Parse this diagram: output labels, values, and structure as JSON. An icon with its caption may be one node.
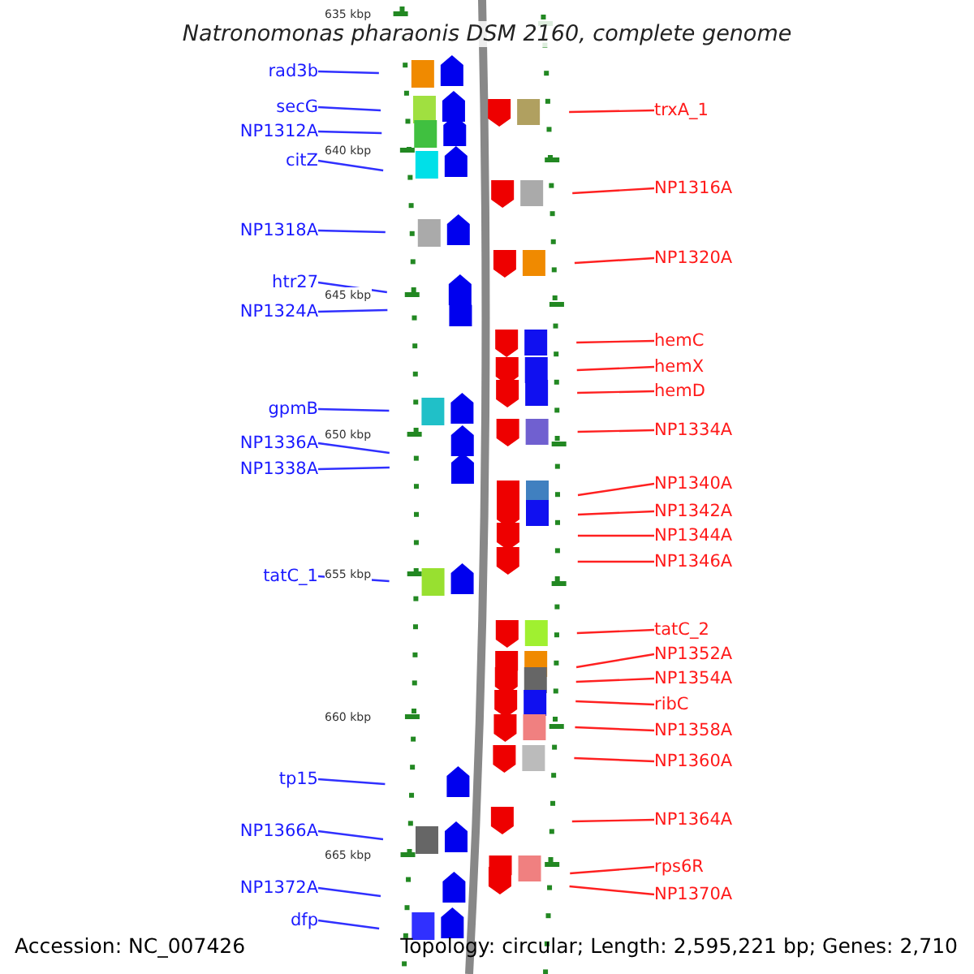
{
  "diagram": {
    "title": "Natronomonas pharaonis DSM 2160, complete genome",
    "nodes": [
      {
        "text": [
          "rad3b"
        ]
      },
      {
        "text": [
          "secG"
        ]
      },
      {
        "text": [
          "NP1312A"
        ]
      },
      {
        "text": [
          "citZ"
        ]
      },
      {
        "text": [
          "NP1318A"
        ]
      },
      {
        "text": [
          "htr27"
        ]
      },
      {
        "text": [
          "NP1324A"
        ]
      },
      {
        "text": [
          "gpmB"
        ]
      },
      {
        "text": [
          "NP1336A"
        ]
      },
      {
        "text": [
          "NP1338A"
        ]
      },
      {
        "text": [
          "tatC_1"
        ]
      },
      {
        "text": [
          "tp15"
        ]
      },
      {
        "text": [
          "NP1366A"
        ]
      },
      {
        "text": [
          "NP1372A"
        ]
      },
      {
        "text": [
          "dfp"
        ]
      },
      {
        "text": [
          "trxA_1"
        ]
      },
      {
        "text": [
          "NP1316A"
        ]
      },
      {
        "text": [
          "NP1320A"
        ]
      },
      {
        "text": [
          "hemC"
        ]
      },
      {
        "text": [
          "hemX"
        ]
      },
      {
        "text": [
          "hemD"
        ]
      },
      {
        "text": [
          "NP1334A"
        ]
      },
      {
        "text": [
          "NP1340A"
        ]
      },
      {
        "text": [
          "NP1342A"
        ]
      },
      {
        "text": [
          "NP1344A"
        ]
      },
      {
        "text": [
          "NP1346A"
        ]
      },
      {
        "text": [
          "tatC_2"
        ]
      },
      {
        "text": [
          "NP1352A"
        ]
      },
      {
        "text": [
          "NP1354A"
        ]
      },
      {
        "text": [
          "ribC"
        ]
      },
      {
        "text": [
          "NP1358A"
        ]
      },
      {
        "text": [
          "NP1360A"
        ]
      },
      {
        "text": [
          "NP1364A"
        ]
      },
      {
        "text": [
          "rps6R"
        ]
      },
      {
        "text": [
          "NP1370A"
        ]
      }
    ],
    "edges": [
      {
        "from": 0,
        "to": null,
        "arrow": "none",
        "color": "#3030ff"
      },
      {
        "from": 1,
        "to": null,
        "arrow": "none",
        "color": "#3030ff"
      },
      {
        "from": 2,
        "to": null,
        "arrow": "none",
        "color": "#3030ff"
      },
      {
        "from": 3,
        "to": null,
        "arrow": "none",
        "color": "#3030ff"
      },
      {
        "from": 4,
        "to": null,
        "arrow": "none",
        "color": "#3030ff"
      },
      {
        "from": 5,
        "to": null,
        "arrow": "none",
        "color": "#3030ff"
      },
      {
        "from": 6,
        "to": null,
        "arrow": "none",
        "color": "#3030ff"
      },
      {
        "from": 7,
        "to": null,
        "arrow": "none",
        "color": "#3030ff"
      },
      {
        "from": 8,
        "to": null,
        "arrow": "none",
        "color": "#3030ff"
      },
      {
        "from": 9,
        "to": null,
        "arrow": "none",
        "color": "#3030ff"
      },
      {
        "from": 10,
        "to": null,
        "arrow": "none",
        "color": "#3030ff"
      },
      {
        "from": 11,
        "to": null,
        "arrow": "none",
        "color": "#3030ff"
      },
      {
        "from": 12,
        "to": null,
        "arrow": "none",
        "color": "#3030ff"
      },
      {
        "from": 13,
        "to": null,
        "arrow": "none",
        "color": "#3030ff"
      },
      {
        "from": 14,
        "to": null,
        "arrow": "none",
        "color": "#3030ff"
      },
      {
        "from": 15,
        "to": null,
        "arrow": "none"
      },
      {
        "from": 16,
        "to": null,
        "arrow": "none"
      },
      {
        "from": 17,
        "to": null,
        "arrow": "none"
      },
      {
        "from": 18,
        "to": null,
        "arrow": "none"
      },
      {
        "from": 19,
        "to": null,
        "arrow": "none"
      },
      {
        "from": 20,
        "to": null,
        "arrow": "none"
      },
      {
        "from": 21,
        "to": null,
        "arrow": "none"
      },
      {
        "from": 22,
        "to": null,
        "arrow": "none"
      },
      {
        "from": 23,
        "to": null,
        "arrow": "none"
      },
      {
        "from": 24,
        "to": null,
        "arrow": "none"
      },
      {
        "from": 25,
        "to": null,
        "arrow": "none"
      },
      {
        "from": 26,
        "to": null,
        "arrow": "none"
      },
      {
        "from": 27,
        "to": null,
        "arrow": "none"
      },
      {
        "from": 28,
        "to": null,
        "arrow": "none"
      },
      {
        "from": 29,
        "to": null,
        "arrow": "none"
      },
      {
        "from": 30,
        "to": null,
        "arrow": "none"
      },
      {
        "from": 31,
        "to": null,
        "arrow": "none"
      },
      {
        "from": 32,
        "to": null,
        "arrow": "none"
      },
      {
        "from": 33,
        "to": null,
        "arrow": "none"
      },
      {
        "from": 34,
        "to": null,
        "arrow": "none"
      }
    ],
    "labels": [
      "635 kbp",
      "640 kbp",
      "645 kbp",
      "650 kbp",
      "655 kbp",
      "660 kbp",
      "665 kbp",
      "Accession: NC_007426",
      "Topology: circular; Length: 2,595,221 bp; Genes: 2,710"
    ]
  }
}
